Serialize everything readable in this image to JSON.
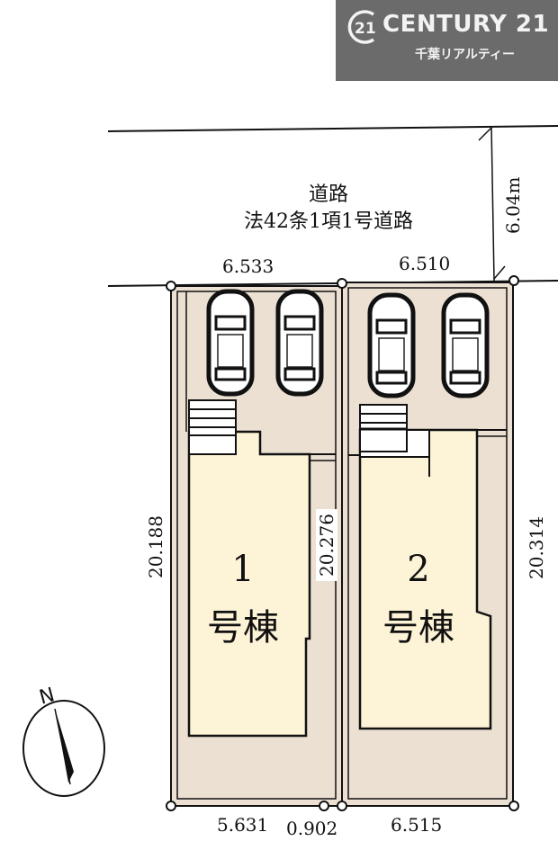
{
  "logo": {
    "brand": "CENTURY 21",
    "mark": "21",
    "subtitle": "千葉リアルティー",
    "background": "#6b6b6b"
  },
  "road": {
    "name": "道路",
    "classification": "法42条1項1号道路",
    "width": "6.04m"
  },
  "dimensions": {
    "front_lot1": "6.533",
    "front_lot2": "6.510",
    "left_side": "20.188",
    "middle_side": "20.276",
    "right_side": "20.314",
    "rear_lot1": "5.631",
    "rear_gap": "0.902",
    "rear_lot2": "6.515"
  },
  "buildings": [
    {
      "number": "1",
      "label": "号棟"
    },
    {
      "number": "2",
      "label": "号棟"
    }
  ],
  "compass": {
    "label": "N"
  },
  "colors": {
    "lot_fill": "#ebe0d2",
    "building_fill": "#fdf3d6",
    "line": "#111111"
  },
  "parking": {
    "lot1_cars": 2,
    "lot2_cars": 2
  }
}
